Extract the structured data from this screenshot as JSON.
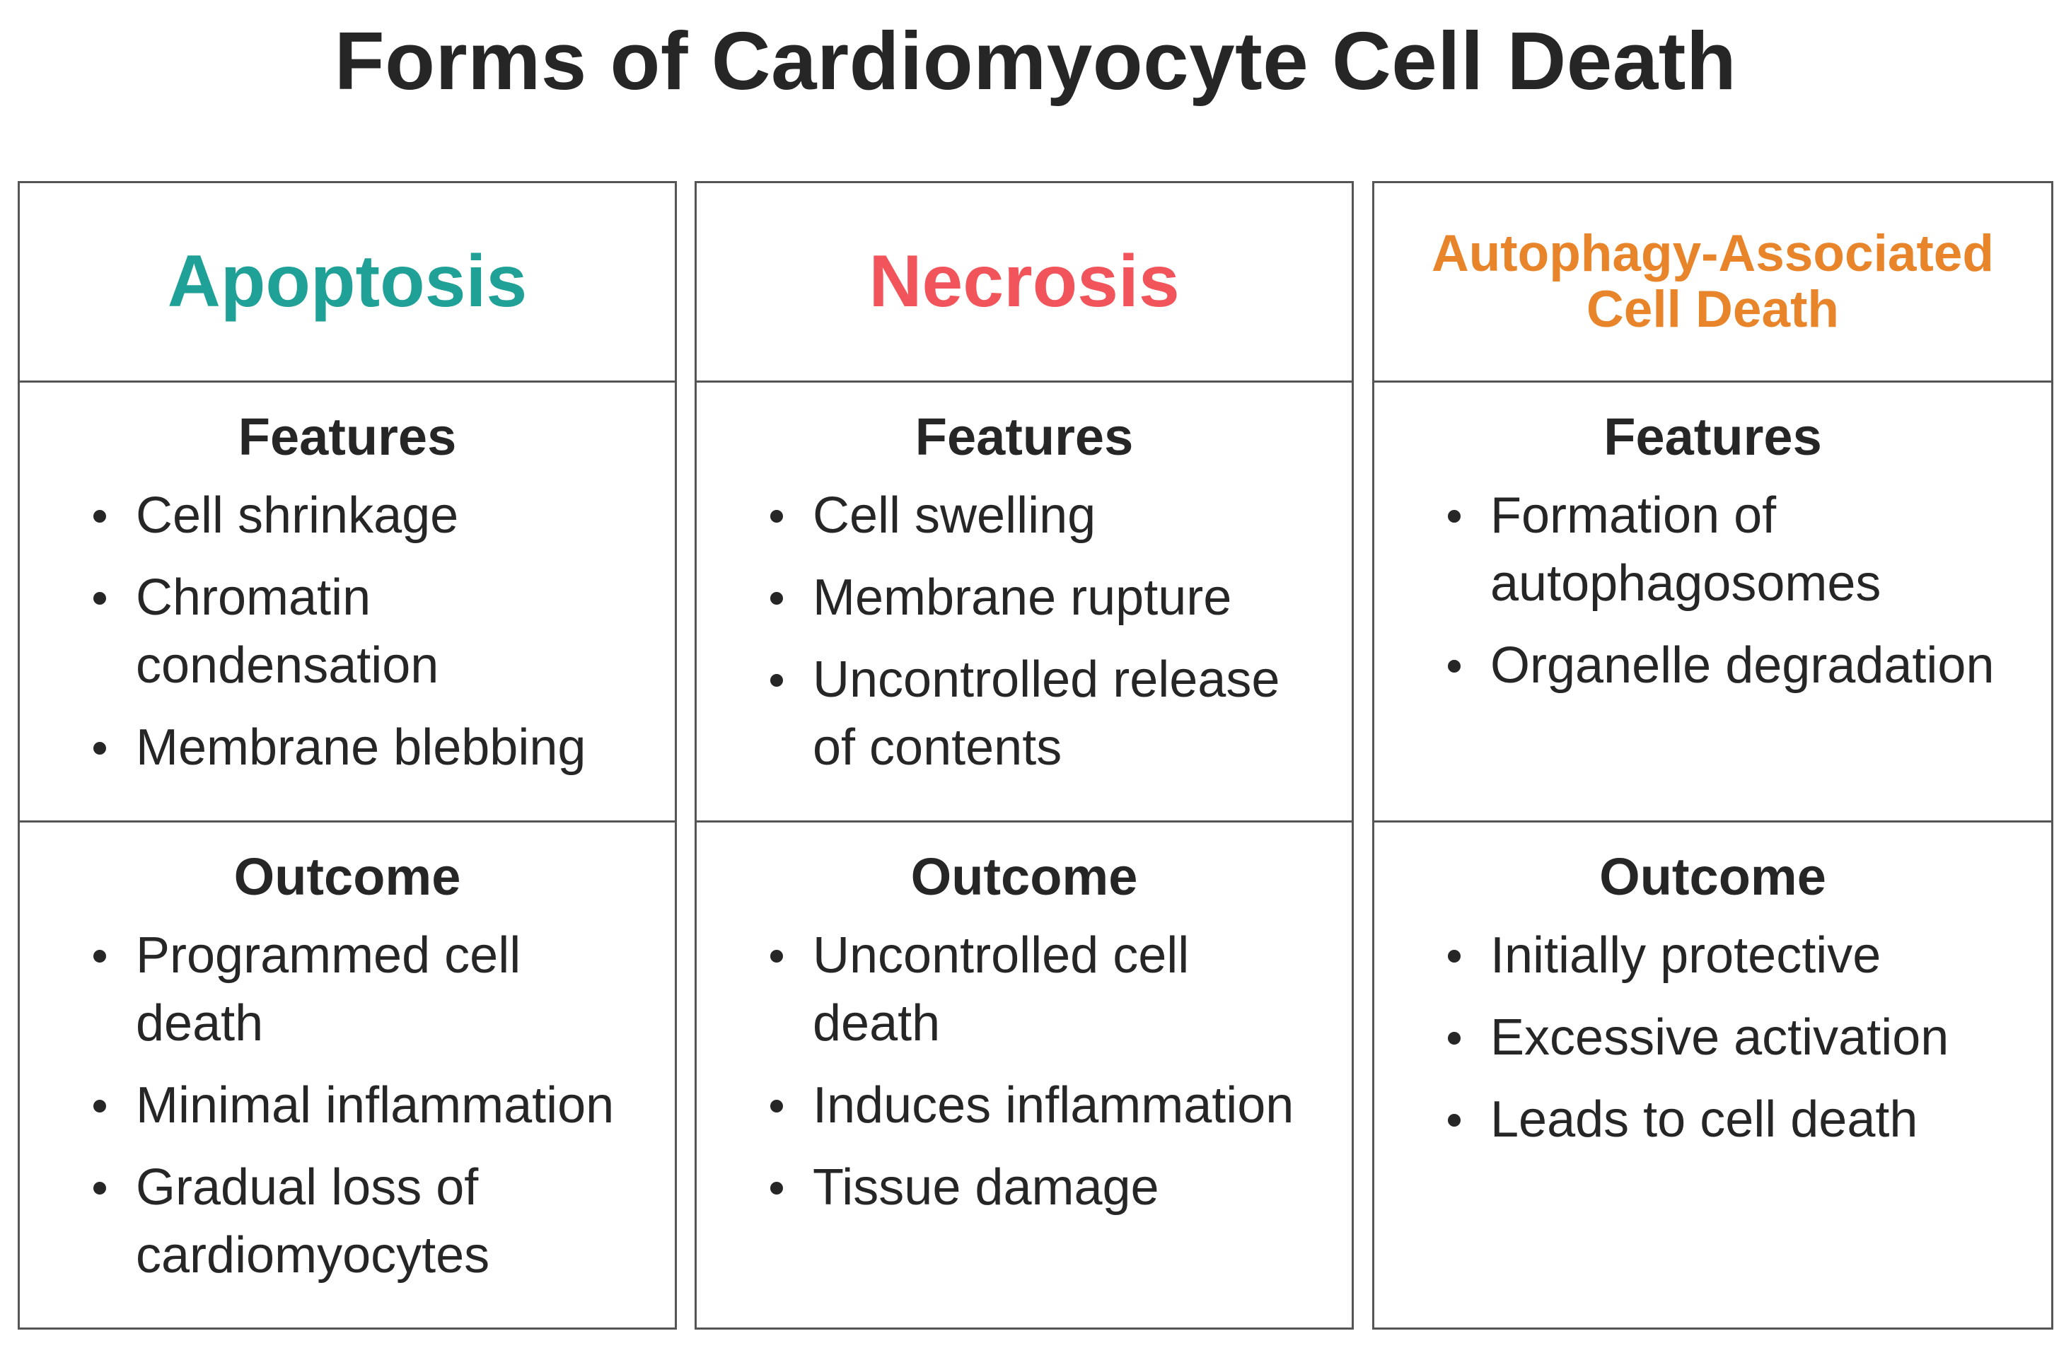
{
  "title": "Forms of Cardiomyocyte Cell Death",
  "colors": {
    "apoptosis": "#1fa197",
    "necrosis": "#f2545b",
    "autophagy": "#e8852a",
    "text": "#262626",
    "border": "#555555"
  },
  "columns": [
    {
      "header": "Apoptosis",
      "features_heading": "Features",
      "features": [
        "Cell shrinkage",
        "Chromatin condensation",
        "Membrane blebbing"
      ],
      "outcome_heading": "Outcome",
      "outcomes": [
        "Programmed cell death",
        "Minimal inflammation",
        "Gradual loss of cardiomyocytes"
      ]
    },
    {
      "header": "Necrosis",
      "features_heading": "Features",
      "features": [
        "Cell swelling",
        "Membrane rupture",
        "Uncontrolled release of contents"
      ],
      "outcome_heading": "Outcome",
      "outcomes": [
        "Uncontrolled cell death",
        "Induces inflammation",
        "Tissue damage"
      ]
    },
    {
      "header_line1": "Autophagy-Associated",
      "header_line2": "Cell Death",
      "features_heading": "Features",
      "features": [
        "Formation of autophagosomes",
        "Organelle degradation"
      ],
      "outcome_heading": "Outcome",
      "outcomes": [
        "Initially protective",
        "Excessive activation",
        "Leads to cell death"
      ]
    }
  ]
}
